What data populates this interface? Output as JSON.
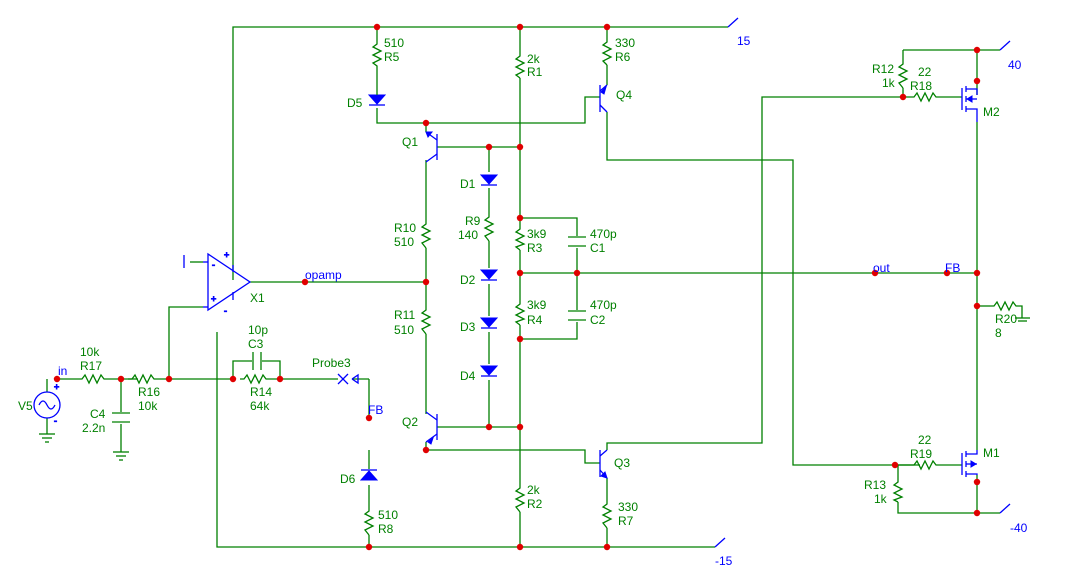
{
  "nets": {
    "in": "in",
    "opamp": "opamp",
    "out": "out",
    "fb": "FB",
    "fb2": "FB",
    "probe": "Probe3"
  },
  "rails": {
    "p15": "15",
    "n15": "-15",
    "p40": "40",
    "n40": "-40"
  },
  "parts": {
    "R5": {
      "ref": "R5",
      "val": "510"
    },
    "R1": {
      "ref": "R1",
      "val": "2k"
    },
    "R6": {
      "ref": "R6",
      "val": "330"
    },
    "R3": {
      "ref": "R3",
      "val": "3k9"
    },
    "R4": {
      "ref": "R4",
      "val": "3k9"
    },
    "C1": {
      "ref": "C1",
      "val": "470p"
    },
    "C2": {
      "ref": "C2",
      "val": "470p"
    },
    "R9": {
      "ref": "R9",
      "val": "140"
    },
    "R10": {
      "ref": "R10",
      "val": "510"
    },
    "R11": {
      "ref": "R11",
      "val": "510"
    },
    "R2": {
      "ref": "R2",
      "val": "2k"
    },
    "R7": {
      "ref": "R7",
      "val": "330"
    },
    "R8": {
      "ref": "R8",
      "val": "510"
    },
    "R17": {
      "ref": "R17",
      "val": "10k"
    },
    "R16": {
      "ref": "R16",
      "val": "10k"
    },
    "R14": {
      "ref": "R14",
      "val": "64k"
    },
    "C3": {
      "ref": "C3",
      "val": "10p"
    },
    "C4": {
      "ref": "C4",
      "val": "2.2n"
    },
    "R12": {
      "ref": "R12",
      "val": "1k"
    },
    "R18": {
      "ref": "R18",
      "val": "22"
    },
    "R13": {
      "ref": "R13",
      "val": "1k"
    },
    "R19": {
      "ref": "R19",
      "val": "22"
    },
    "R20": {
      "ref": "R20",
      "val": "8"
    },
    "D1": "D1",
    "D2": "D2",
    "D3": "D3",
    "D4": "D4",
    "D5": "D5",
    "D6": "D6",
    "Q1": "Q1",
    "Q2": "Q2",
    "Q3": "Q3",
    "Q4": "Q4",
    "M1": "M1",
    "M2": "M2",
    "X1": "X1",
    "V5": "V5"
  }
}
